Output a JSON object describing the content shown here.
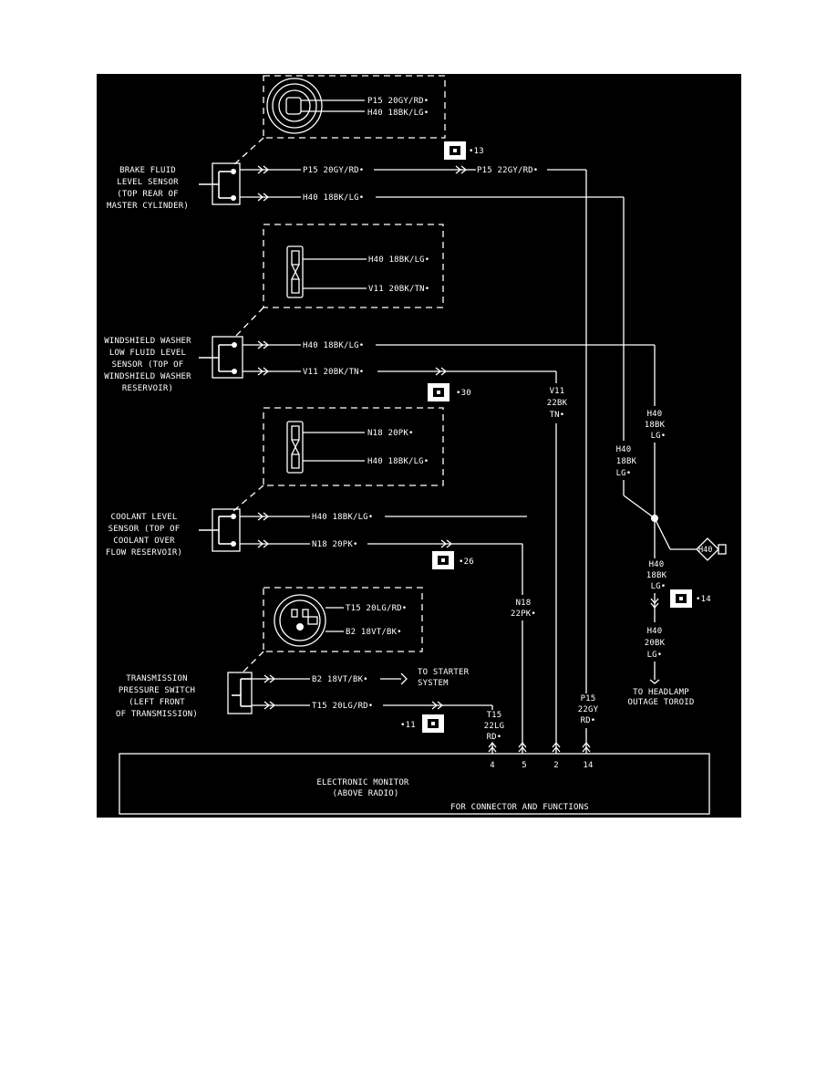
{
  "brake_sensor": {
    "label": [
      "BRAKE FLUID",
      "LEVEL SENSOR",
      "(TOP REAR OF",
      "MASTER CYLINDER)"
    ],
    "detail_wire_1": "P15 20GY/RD•",
    "detail_wire_2": "H40 18BK/LG•",
    "wire_1": "P15 20GY/RD•",
    "wire_2": "H40 18BK/LG•",
    "wire_1_out": "P15 22GY/RD•",
    "ground_ref": "•13"
  },
  "washer_sensor": {
    "label": [
      "WINDSHIELD WASHER",
      "LOW FLUID LEVEL",
      "SENSOR (TOP OF",
      "WINDSHIELD WASHER",
      "RESERVOIR)"
    ],
    "detail_wire_1": "H40 18BK/LG•",
    "detail_wire_2": "V11 20BK/TN•",
    "wire_1": "H40 18BK/LG•",
    "wire_2": "V11 20BK/TN•",
    "ground_ref": "•30",
    "v11_out": [
      "V11",
      "22BK",
      "TN•"
    ]
  },
  "coolant_sensor": {
    "label": [
      "COOLANT LEVEL",
      "SENSOR (TOP OF",
      "COOLANT OVER",
      "FLOW RESERVOIR)"
    ],
    "detail_wire_1": "N18 20PK•",
    "detail_wire_2": "H40 18BK/LG•",
    "wire_1": "H40 18BK/LG•",
    "wire_2": "N18 20PK•",
    "ground_ref": "•26",
    "n18_out": [
      "N18",
      "22PK•"
    ]
  },
  "transmission_switch": {
    "label": [
      "TRANSMISSION",
      "PRESSURE SWITCH",
      "(LEFT FRONT",
      "OF TRANSMISSION)"
    ],
    "detail_wire_1": "T15 20LG/RD•",
    "detail_wire_2": "B2 18VT/BK•",
    "wire_1": "B2 18VT/BK•",
    "wire_2": "T15 20LG/RD•",
    "starter_note": [
      "TO STARTER",
      "SYSTEM"
    ],
    "ground_ref": "•11",
    "t15_out": [
      "T15",
      "22LG",
      "RD•"
    ]
  },
  "h40_branches": {
    "right_drop": [
      "H40",
      "18BK",
      "LG•"
    ],
    "left_drop": [
      "H40",
      "18BK",
      "LG•"
    ],
    "splice_label": "H40",
    "below_splice": [
      "H40",
      "18BK",
      "LG•"
    ],
    "ground_ref": "•14",
    "lower": [
      "H40",
      "20BK",
      "LG•"
    ],
    "headlamp_note": [
      "TO HEADLAMP",
      "OUTAGE TOROID"
    ]
  },
  "p15_out": [
    "P15",
    "22GY",
    "RD•"
  ],
  "monitor": {
    "pins": [
      "4",
      "5",
      "2",
      "14"
    ],
    "title": "ELECTRONIC MONITOR",
    "subtitle": "(ABOVE RADIO)",
    "note": "FOR CONNECTOR AND FUNCTIONS"
  }
}
